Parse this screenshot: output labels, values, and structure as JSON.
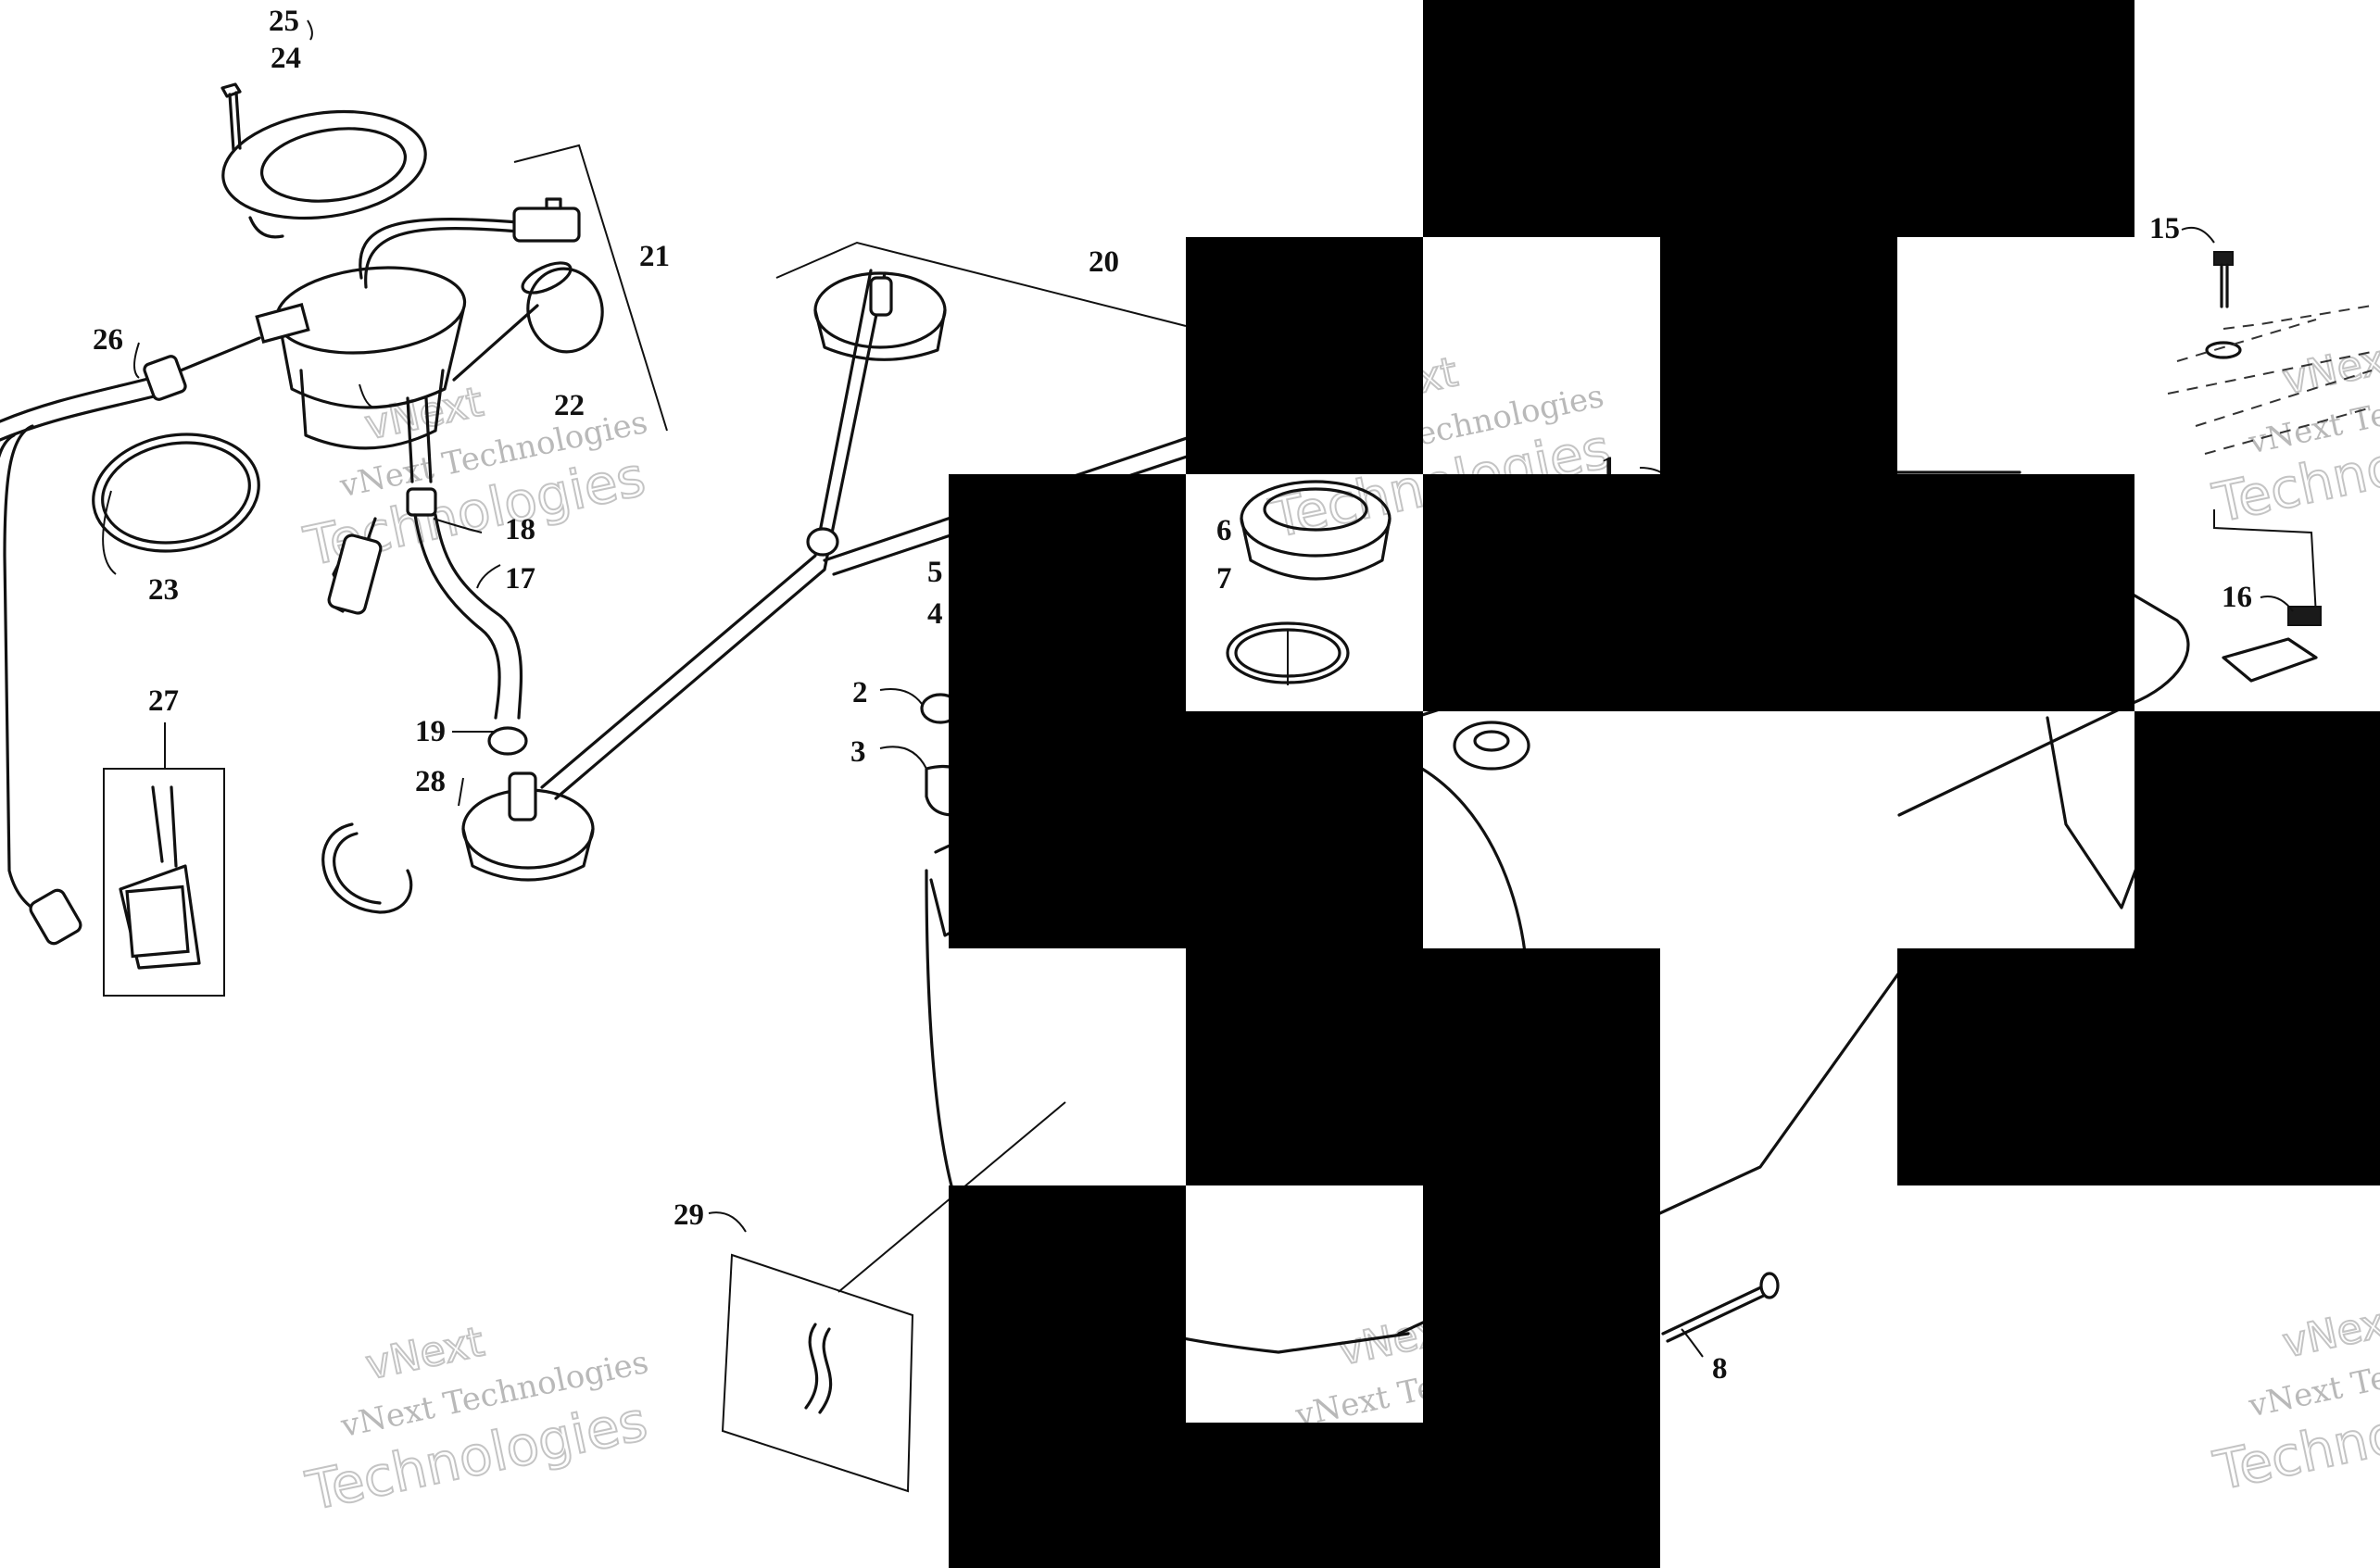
{
  "callouts": {
    "c1": "1",
    "c2": "2",
    "c3": "3",
    "c4": "4",
    "c5": "5",
    "c6": "6",
    "c7": "7",
    "c8": "8",
    "c15": "15",
    "c16": "16",
    "c17": "17",
    "c18": "18",
    "c19": "19",
    "c20": "20",
    "c21": "21",
    "c22": "22",
    "c23": "23",
    "c24": "24",
    "c25": "25",
    "c26": "26",
    "c27": "27",
    "c28": "28",
    "c29": "29"
  },
  "watermark": {
    "brand": "vNext Technologies",
    "short": "vNext",
    "word": "Technologies"
  },
  "colors": {
    "line": "#111111",
    "watermark": "#c4c4c4",
    "mask": "#000000",
    "background": "#ffffff"
  }
}
